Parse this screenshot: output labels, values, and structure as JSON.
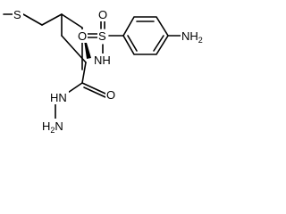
{
  "molecule": {
    "atoms": {
      "sulfur_thioether": "S",
      "sulfur_sulfonyl": "S",
      "oxygen_left": "O",
      "oxygen_right": "O",
      "amine_para": "NH",
      "amine_para_sub": "2",
      "sulfonamide_nh": "NH",
      "hydrazide_nh": "N",
      "hydrazide_nh_h": "H",
      "hydrazide_nh2": "H",
      "hydrazide_nh2_n": "N",
      "hydrazide_nh2_sub": "2",
      "carbonyl_o": "O"
    }
  }
}
